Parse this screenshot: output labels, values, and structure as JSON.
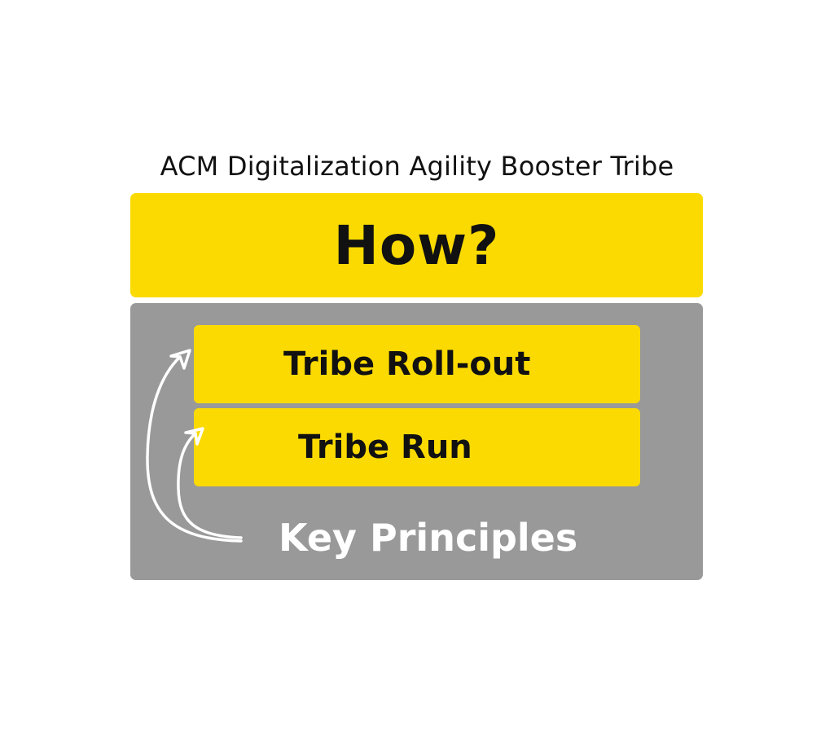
{
  "subtitle": "ACM Digitalization Agility Booster Tribe",
  "header": {
    "title": "How?"
  },
  "stack": {
    "items": [
      {
        "label": "Tribe Roll-out"
      },
      {
        "label": "Tribe Run"
      }
    ],
    "base_label": "Key Principles"
  },
  "colors": {
    "accent": "#FADA00",
    "panel": "#999999",
    "text_dark": "#111111",
    "text_light": "#FFFFFF",
    "background": "#FFFFFF"
  },
  "icons": {
    "arrow": "curved-arrow-icon"
  }
}
